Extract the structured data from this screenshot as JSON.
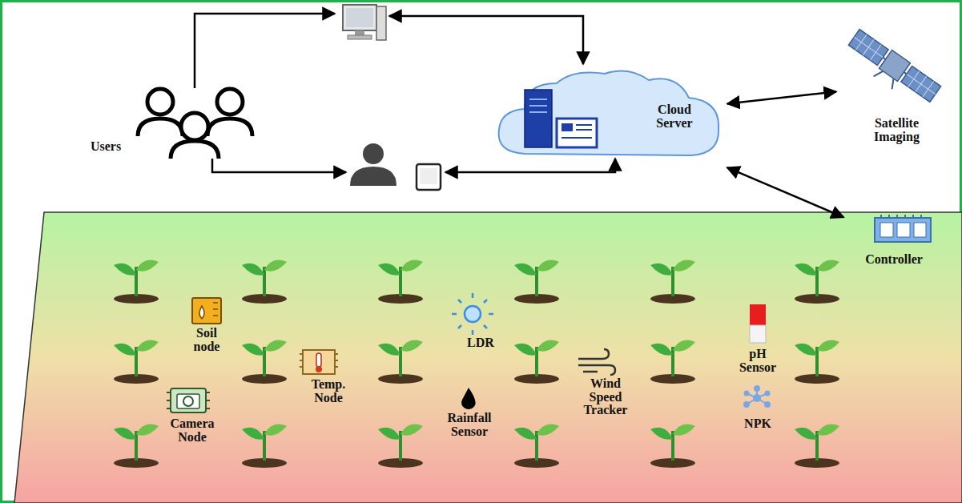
{
  "diagram": {
    "nodes": [
      {
        "text": [
          "Users"
        ]
      },
      {
        "text": [
          "Cloud Server"
        ]
      },
      {
        "text": [
          "Satellite Imaging"
        ]
      },
      {
        "text": [
          "Controller"
        ]
      },
      {
        "text": [
          "Soil node"
        ]
      },
      {
        "text": [
          "LDR"
        ]
      },
      {
        "text": [
          "pH Sensor"
        ]
      },
      {
        "text": [
          "Temp. Node"
        ]
      },
      {
        "text": [
          "Wind Speed Tracker"
        ]
      },
      {
        "text": [
          "Camera Node"
        ]
      },
      {
        "text": [
          "Rainfall Sensor"
        ]
      },
      {
        "text": [
          "NPK"
        ]
      }
    ],
    "edges": [
      {
        "from": 1,
        "to": 2,
        "arrow": "both"
      },
      {
        "from": 1,
        "to": 3,
        "arrow": "both"
      }
    ]
  }
}
